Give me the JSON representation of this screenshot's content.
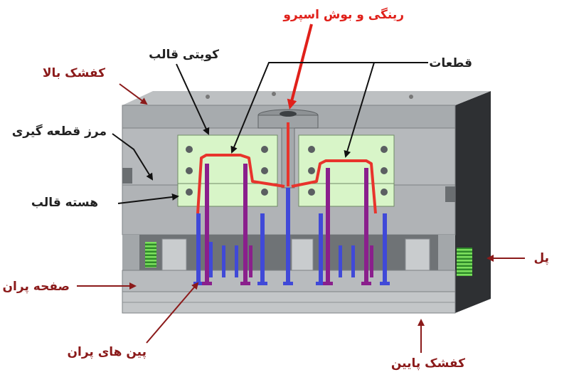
{
  "labels": {
    "top_clamp": "کفشک بالا",
    "sprue": "رینگی و بوش اسپرو",
    "cavity": "کویتی قالب",
    "parts": "قطعات",
    "parting_line": "مرز قطعه گیری",
    "core": "هسته قالب",
    "pillar": "پل",
    "ejector_plate": "صفحه پران",
    "ejector_pins": "پین های پران",
    "bottom_clamp": "کفشک پایین"
  },
  "colors": {
    "label_dark_red": "#8b1a1a",
    "label_black": "#222222",
    "label_red": "#e0201a",
    "mold_steel": "#a9adb0",
    "cavity_insert": "#d8f5c8",
    "part": "#e8342c",
    "ejector_pin_blue": "#4049d8",
    "ejector_pin_purple": "#8a1f8c",
    "spring": "#58c040"
  }
}
